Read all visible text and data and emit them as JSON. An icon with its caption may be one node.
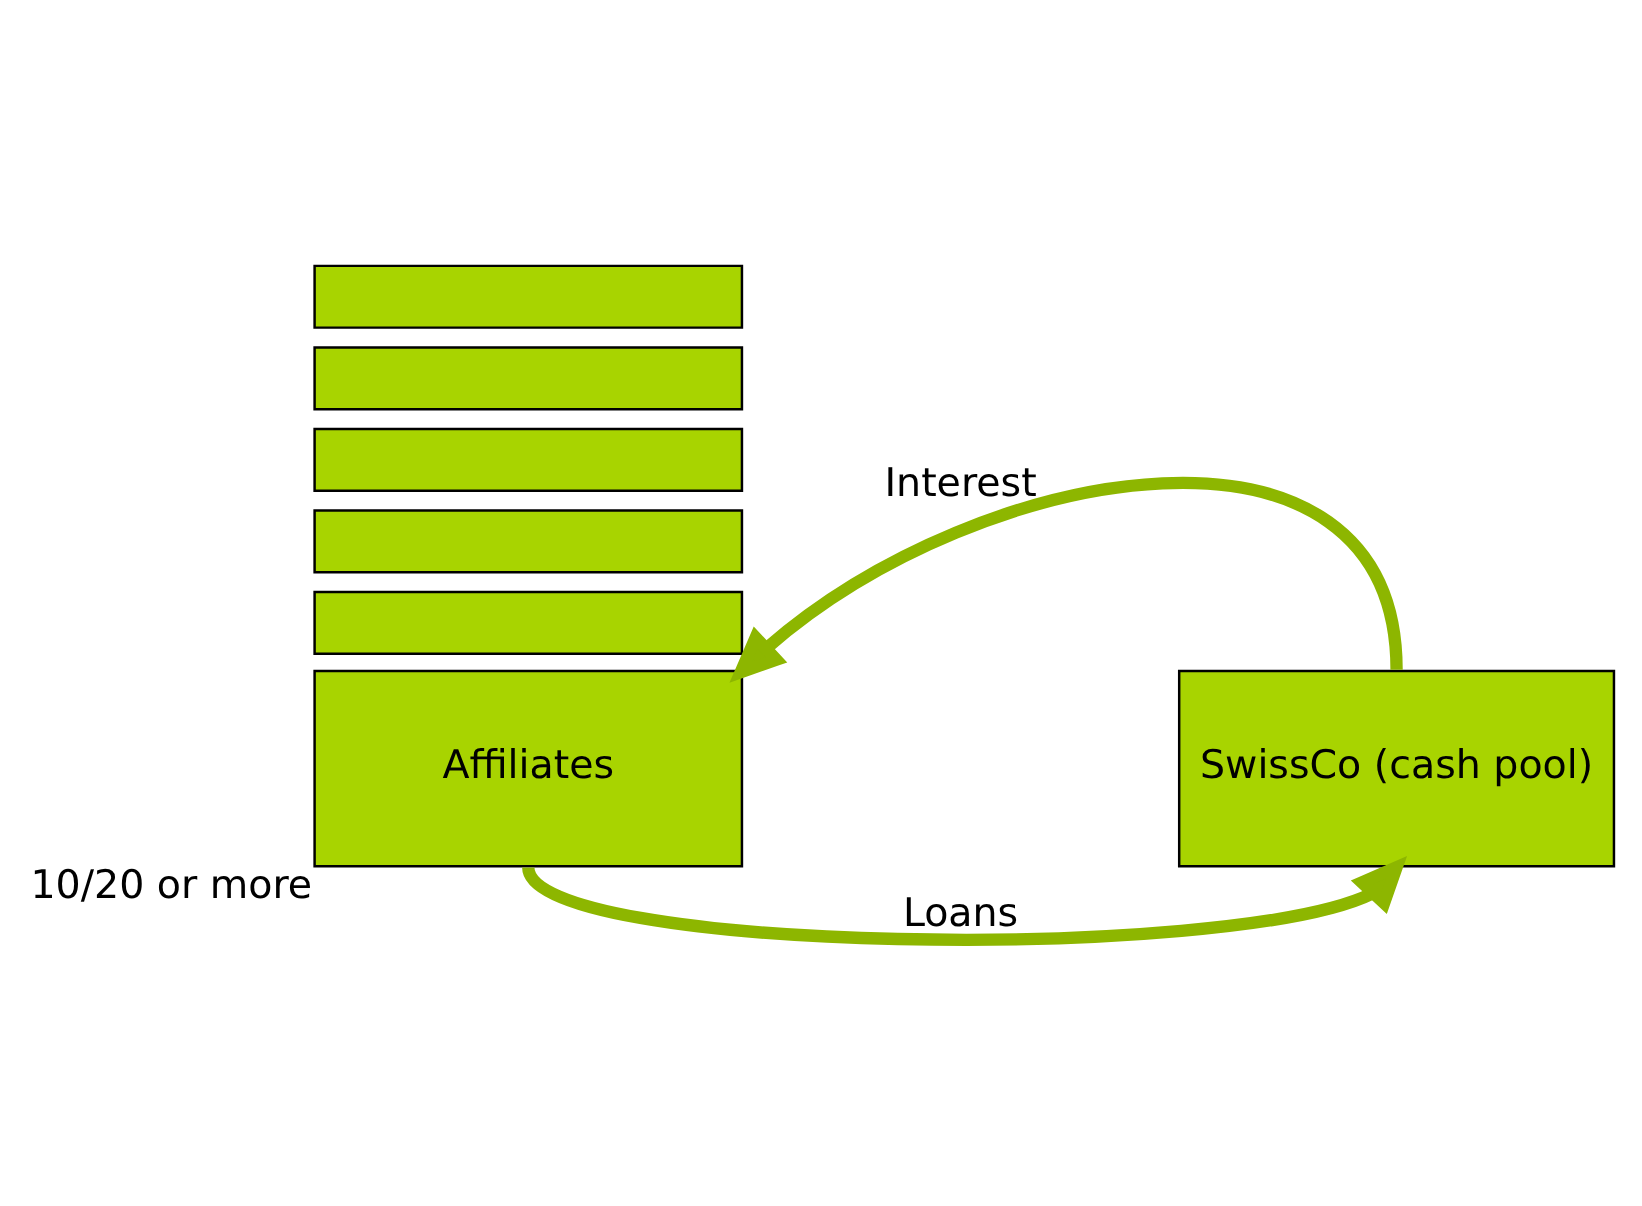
{
  "diagram": {
    "nodes": [
      {
        "text": [],
        "shape": "box"
      },
      {
        "text": [],
        "shape": "box"
      },
      {
        "text": [],
        "shape": "box"
      },
      {
        "text": [],
        "shape": "box"
      },
      {
        "text": [],
        "shape": "box"
      },
      {
        "text": [
          "Affiliates"
        ],
        "beside": [
          "10/20 or more"
        ]
      },
      {
        "text": [
          "SwissCo (cash pool)"
        ]
      }
    ],
    "edges": [
      {
        "from": 6,
        "to": 5,
        "arrow": "to",
        "label": "Interest"
      },
      {
        "from": 5,
        "to": 6,
        "arrow": "to",
        "label": "Loans"
      }
    ]
  }
}
